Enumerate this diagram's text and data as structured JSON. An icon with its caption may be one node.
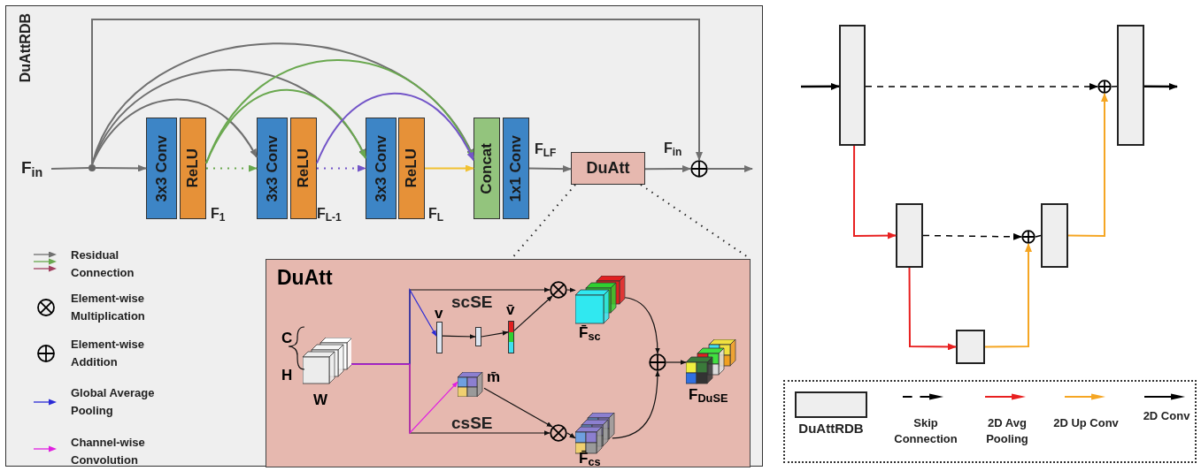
{
  "diagram": {
    "nodes": [
      {
        "text": [
          "DuAttRDB"
        ]
      },
      {
        "text": [
          "F$_{in}$"
        ],
        "in": 0
      },
      {
        "text": [],
        "shape": "circle",
        "in": 0
      },
      {
        "text": [
          "3x3 Conv"
        ],
        "in": 0
      },
      {
        "text": [
          "ReLU"
        ],
        "in": 0
      },
      {
        "text": [
          "3x3 Conv"
        ],
        "in": 0
      },
      {
        "text": [
          "ReLU"
        ],
        "in": 0
      },
      {
        "text": [
          "3x3 Conv"
        ],
        "in": 0
      },
      {
        "text": [
          "ReLU"
        ],
        "in": 0
      },
      {
        "text": [
          "Concat"
        ],
        "in": 0
      },
      {
        "text": [
          "1x1 Conv"
        ],
        "in": 0
      },
      {
        "text": [
          "DuAtt"
        ],
        "in": 0
      },
      {
        "text": [],
        "shape": "oplus",
        "in": 0
      },
      {
        "text": [
          "DuAtt"
        ],
        "in": 0
      },
      {
        "text": [],
        "shape": "picture",
        "in": 13,
        "beside": [
          "C",
          "H",
          "W"
        ]
      },
      {
        "text": [],
        "shape": "bar",
        "in": 13,
        "beside": [
          "v"
        ]
      },
      {
        "text": [],
        "shape": "bar",
        "in": 13
      },
      {
        "text": [],
        "shape": "bar",
        "in": 13,
        "beside": [
          "v̄"
        ]
      },
      {
        "text": [],
        "shape": "otimes",
        "in": 13
      },
      {
        "text": [],
        "shape": "picture",
        "in": 13,
        "beside": [
          "F̄$_{sc}$"
        ]
      },
      {
        "text": [],
        "shape": "picture",
        "in": 13,
        "beside": [
          "m̄"
        ]
      },
      {
        "text": [],
        "shape": "otimes",
        "in": 13
      },
      {
        "text": [],
        "shape": "picture",
        "in": 13,
        "beside": [
          "F̄$_{cs}$"
        ]
      },
      {
        "text": [],
        "shape": "oplus",
        "in": 13
      },
      {
        "text": [],
        "shape": "picture",
        "in": 13,
        "beside": [
          "F$_{DuSE}$"
        ]
      },
      {
        "text": [],
        "shape": "box"
      },
      {
        "text": [],
        "shape": "box"
      },
      {
        "text": [],
        "shape": "box"
      },
      {
        "text": [],
        "shape": "box"
      },
      {
        "text": [],
        "shape": "oplus"
      },
      {
        "text": [],
        "shape": "oplus"
      },
      {
        "text": [],
        "shape": "box"
      }
    ],
    "edges": [
      {
        "from": 1,
        "to": 2,
        "arrow": "none",
        "color": "#707070"
      },
      {
        "from": 2,
        "to": 3,
        "arrow": "to",
        "color": "#707070"
      },
      {
        "from": 2,
        "to": 5,
        "arrow": "to",
        "color": "#707070"
      },
      {
        "from": 2,
        "to": 7,
        "arrow": "to",
        "color": "#707070"
      },
      {
        "from": 2,
        "to": 9,
        "arrow": "to",
        "color": "#707070"
      },
      {
        "from": 2,
        "to": 12,
        "arrow": "to",
        "color": "#707070"
      },
      {
        "from": 4,
        "to": 5,
        "arrow": "to",
        "style": "dashed",
        "color": "#6aa84f"
      },
      {
        "from": 4,
        "to": 7,
        "arrow": "to",
        "color": "#6aa84f"
      },
      {
        "from": 4,
        "to": 9,
        "arrow": "to",
        "color": "#6aa84f"
      },
      {
        "from": 6,
        "to": 7,
        "arrow": "to",
        "style": "dashed",
        "color": "#7355c8"
      },
      {
        "from": 6,
        "to": 9,
        "arrow": "to",
        "color": "#7355c8"
      },
      {
        "from": 8,
        "to": 9,
        "arrow": "to",
        "color": "#f1c232"
      },
      {
        "from": 10,
        "to": 11,
        "arrow": "to",
        "color": "#707070"
      },
      {
        "from": 11,
        "to": 12,
        "arrow": "to",
        "color": "#707070"
      },
      {
        "from": 12,
        "to": null,
        "arrow": "to",
        "color": "#707070"
      },
      {
        "from": 11,
        "to": 13,
        "arrow": "none",
        "style": "dashed",
        "color": "#222222"
      },
      {
        "from": 11,
        "to": 13,
        "arrow": "none",
        "style": "dashed",
        "color": "#222222"
      },
      {
        "from": 14,
        "to": 18,
        "arrow": "to",
        "color": "#111111"
      },
      {
        "from": 14,
        "to": 21,
        "arrow": "to",
        "color": "#111111"
      },
      {
        "from": 14,
        "to": 15,
        "arrow": "to",
        "color": "#2b2bd6"
      },
      {
        "from": 15,
        "to": 16,
        "arrow": "to",
        "color": "#111111"
      },
      {
        "from": 16,
        "to": 17,
        "arrow": "to",
        "color": "#111111"
      },
      {
        "from": 17,
        "to": 18,
        "arrow": "to",
        "color": "#111111"
      },
      {
        "from": 14,
        "to": 20,
        "arrow": "to",
        "color": "#e020e0"
      },
      {
        "from": 20,
        "to": 21,
        "arrow": "to",
        "color": "#111111"
      },
      {
        "from": 18,
        "to": 19,
        "arrow": "to",
        "color": "#111111"
      },
      {
        "from": 21,
        "to": 22,
        "arrow": "to",
        "color": "#111111"
      },
      {
        "from": 19,
        "to": 23,
        "arrow": "to",
        "color": "#111111"
      },
      {
        "from": 22,
        "to": 23,
        "arrow": "to",
        "color": "#111111"
      },
      {
        "from": 23,
        "to": 24,
        "arrow": "to",
        "color": "#111111"
      },
      {
        "from": null,
        "to": 25,
        "arrow": "to",
        "color": "#000000"
      },
      {
        "from": 25,
        "to": 29,
        "arrow": "to",
        "style": "dashed",
        "color": "#000000"
      },
      {
        "from": 29,
        "to": 26,
        "arrow": "none",
        "color": "#000000"
      },
      {
        "from": 26,
        "to": null,
        "arrow": "to",
        "color": "#000000"
      },
      {
        "from": 25,
        "to": 27,
        "arrow": "to",
        "color": "#e82020"
      },
      {
        "from": 27,
        "to": 30,
        "arrow": "to",
        "style": "dashed",
        "color": "#000000"
      },
      {
        "from": 30,
        "to": 28,
        "arrow": "none",
        "color": "#000000"
      },
      {
        "from": 27,
        "to": 31,
        "arrow": "to",
        "color": "#e82020"
      },
      {
        "from": 31,
        "to": 30,
        "arrow": "to",
        "color": "#f5a623"
      },
      {
        "from": 28,
        "to": 29,
        "arrow": "to",
        "color": "#f5a623"
      }
    ],
    "labels": [
      "F$_{1}$",
      "F$_{L-1}$",
      "F$_{L}$",
      "F$_{LF}$",
      "F$_{in}$",
      "scSE",
      "csSE"
    ],
    "legend": [
      {
        "text": "Residual Connection"
      },
      {
        "text": "Element-wise Multiplication"
      },
      {
        "text": "Element-wise Addition"
      },
      {
        "text": "Global Average Pooling"
      },
      {
        "text": "Channel-wise Convolution"
      },
      {
        "text": "DuAttRDB"
      },
      {
        "text": "Skip Connection"
      },
      {
        "text": "2D Avg Pooling"
      },
      {
        "text": "2D Up Conv"
      },
      {
        "text": "2D Conv"
      }
    ]
  }
}
